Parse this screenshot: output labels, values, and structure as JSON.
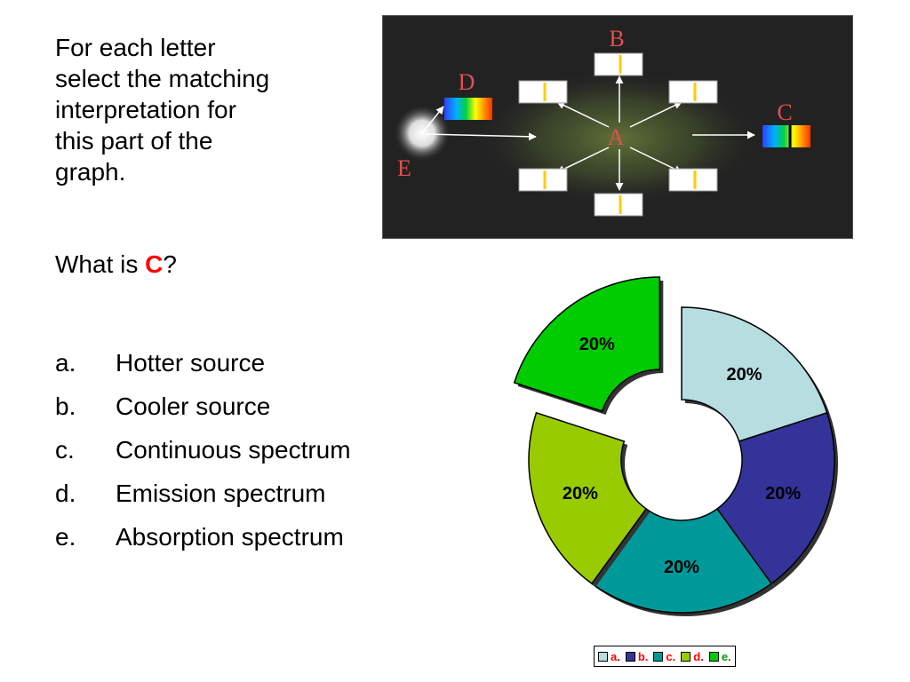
{
  "question": {
    "lines": [
      "For each letter",
      "select the matching",
      "interpretation for",
      "this part of the",
      "graph."
    ],
    "what_is_prefix": "What is ",
    "what_is_target": "C",
    "what_is_suffix": "?"
  },
  "options": [
    {
      "letter": "a.",
      "text": "Hotter source"
    },
    {
      "letter": "b.",
      "text": "Cooler source"
    },
    {
      "letter": "c.",
      "text": "Continuous spectrum"
    },
    {
      "letter": "d.",
      "text": "Emission spectrum"
    },
    {
      "letter": "e.",
      "text": "Absorption spectrum"
    }
  ],
  "diagram": {
    "labels": {
      "a": "A",
      "b": "B",
      "c": "C",
      "d": "D",
      "e": "E"
    },
    "label_color": "#e05050"
  },
  "chart_data": {
    "type": "pie",
    "style": "doughnut",
    "exploded": "e.",
    "categories": [
      "a.",
      "b.",
      "c.",
      "d.",
      "e."
    ],
    "values": [
      20,
      20,
      20,
      20,
      20
    ],
    "value_labels": [
      "20%",
      "20%",
      "20%",
      "20%",
      "20%"
    ],
    "colors": [
      "#b6dde0",
      "#333399",
      "#009999",
      "#99cc00",
      "#00cc00"
    ],
    "legend": "bottom"
  }
}
